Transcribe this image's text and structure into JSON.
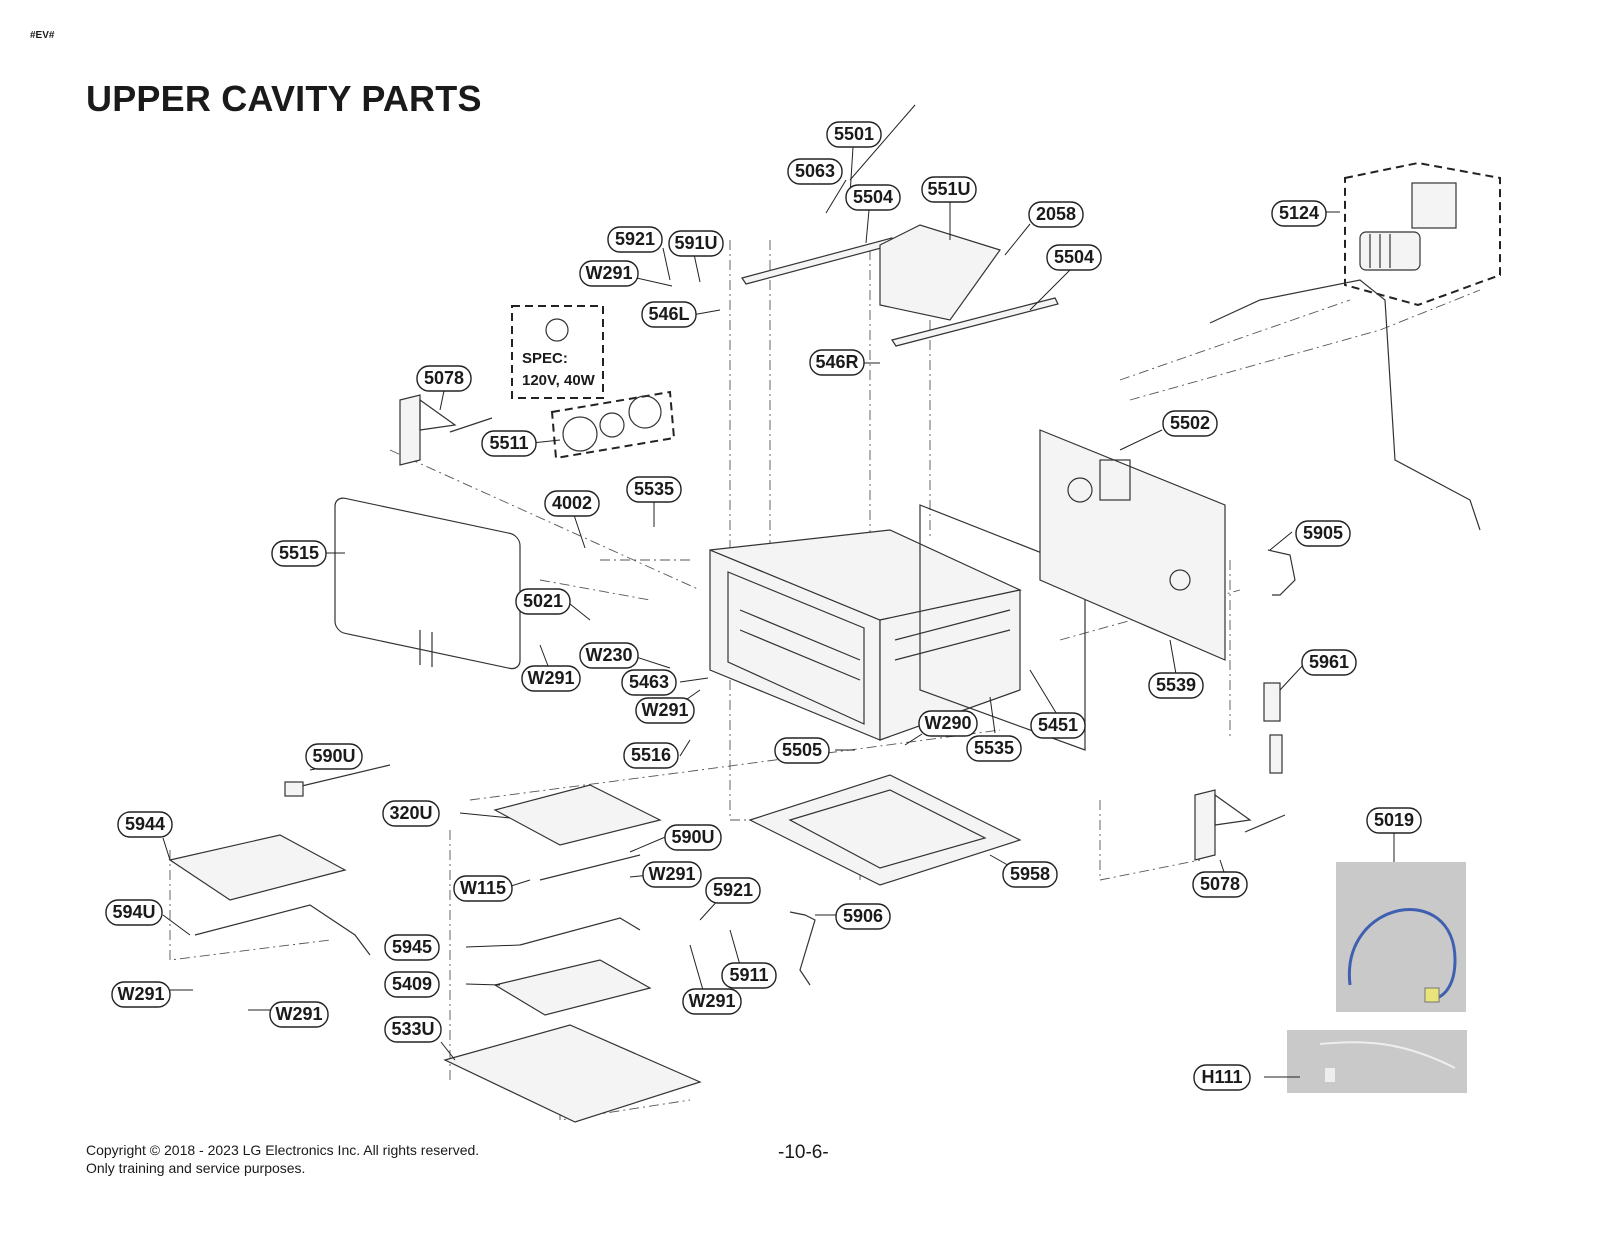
{
  "header": {
    "tag": "#EV#",
    "title": "UPPER CAVITY PARTS"
  },
  "spec_box": {
    "line1": "SPEC:",
    "line2": "120V, 40W"
  },
  "footer": {
    "copyright": "Copyright © 2018 - 2023 LG Electronics Inc. All rights reserved.",
    "note": "Only training and service purposes.",
    "page": "-10-6-"
  },
  "callouts": [
    {
      "id": "5501"
    },
    {
      "id": "5063"
    },
    {
      "id": "5504"
    },
    {
      "id": "551U"
    },
    {
      "id": "2058"
    },
    {
      "id": "5124"
    },
    {
      "id": "5921"
    },
    {
      "id": "591U"
    },
    {
      "id": "W291"
    },
    {
      "id": "5504"
    },
    {
      "id": "546L"
    },
    {
      "id": "546R"
    },
    {
      "id": "5078"
    },
    {
      "id": "5511"
    },
    {
      "id": "5502"
    },
    {
      "id": "5535"
    },
    {
      "id": "4002"
    },
    {
      "id": "5515"
    },
    {
      "id": "5905"
    },
    {
      "id": "5021"
    },
    {
      "id": "W230"
    },
    {
      "id": "W291"
    },
    {
      "id": "5463"
    },
    {
      "id": "5961"
    },
    {
      "id": "5539"
    },
    {
      "id": "W291"
    },
    {
      "id": "W290"
    },
    {
      "id": "5451"
    },
    {
      "id": "5535"
    },
    {
      "id": "5505"
    },
    {
      "id": "5516"
    },
    {
      "id": "590U"
    },
    {
      "id": "320U"
    },
    {
      "id": "5944"
    },
    {
      "id": "590U"
    },
    {
      "id": "W291"
    },
    {
      "id": "5019"
    },
    {
      "id": "5958"
    },
    {
      "id": "W115"
    },
    {
      "id": "5921"
    },
    {
      "id": "5078"
    },
    {
      "id": "594U"
    },
    {
      "id": "5906"
    },
    {
      "id": "5945"
    },
    {
      "id": "5911"
    },
    {
      "id": "5409"
    },
    {
      "id": "W291"
    },
    {
      "id": "W291"
    },
    {
      "id": "W291"
    },
    {
      "id": "533U"
    },
    {
      "id": "H111"
    }
  ]
}
